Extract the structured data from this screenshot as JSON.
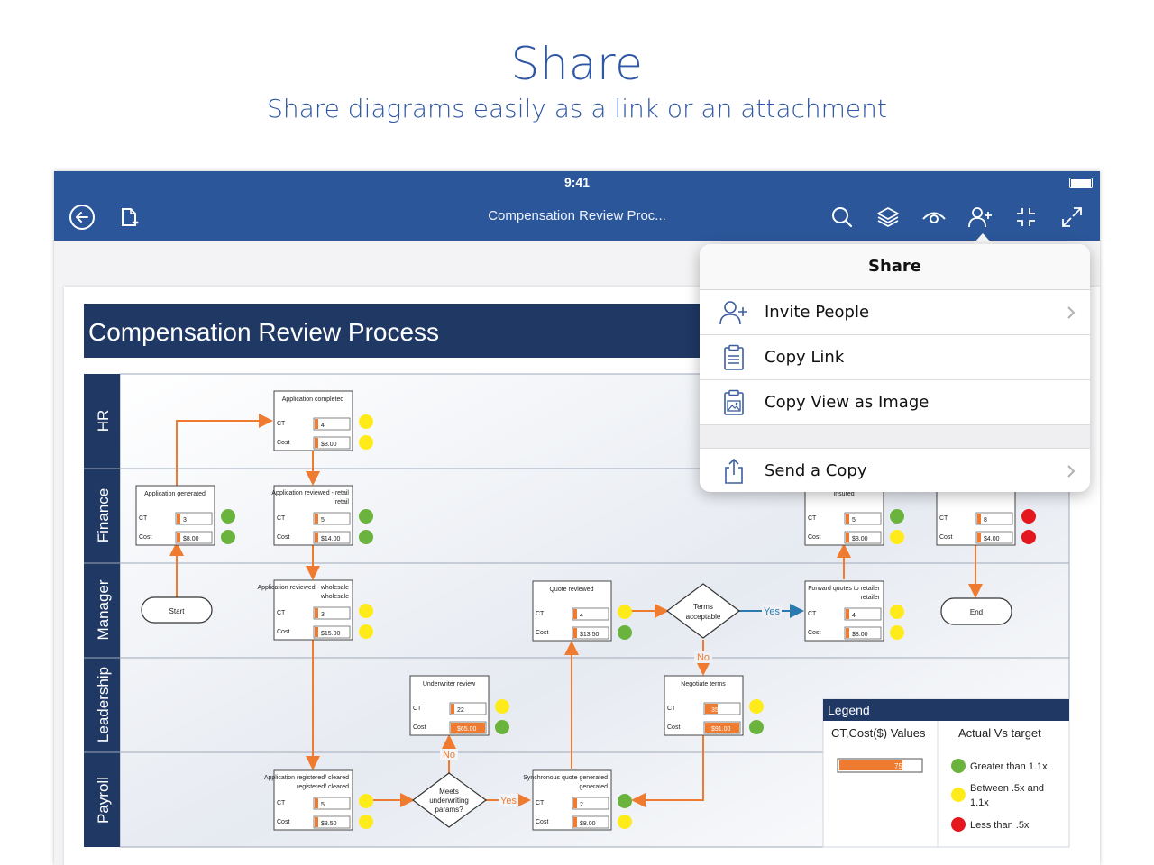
{
  "promo": {
    "title": "Share",
    "subtitle": "Share diagrams easily as a link or an attachment"
  },
  "status": {
    "time": "9:41"
  },
  "toolbar": {
    "doc_title": "Compensation Review Proc...",
    "icons": [
      "back-icon",
      "file-info-icon",
      "search-icon",
      "layers-icon",
      "eye-icon",
      "share-person-icon",
      "fit-icon",
      "fullscreen-icon"
    ]
  },
  "share_menu": {
    "title": "Share",
    "items": [
      {
        "label": "Invite People",
        "icon": "invite-person-icon",
        "chevron": true
      },
      {
        "label": "Copy Link",
        "icon": "clipboard-icon",
        "chevron": false
      },
      {
        "label": "Copy View as Image",
        "icon": "clipboard-image-icon",
        "chevron": false
      },
      {
        "label": "Send a Copy",
        "icon": "share-upload-icon",
        "chevron": true
      }
    ]
  },
  "diagram": {
    "title": "Compensation Review Process",
    "lanes": [
      "HR",
      "Finance",
      "Manager",
      "Leadership",
      "Payroll"
    ],
    "colors": {
      "green": "#6ab43e",
      "yellow": "#ffeb19",
      "red": "#e4161e",
      "orange": "#ee7b30",
      "title_bg": "#1f3864",
      "lane_bg": "#1f3864"
    },
    "start_label": "Start",
    "end_label": "End",
    "row_ct": "CT",
    "row_cost": "Cost",
    "boxes": [
      {
        "title": "Application completed",
        "ct": "4",
        "cost": "$8.00",
        "status": [
          "yellow",
          "yellow"
        ]
      },
      {
        "title": "Application generated",
        "ct": "3",
        "cost": "$8.00",
        "status": [
          "green",
          "green"
        ]
      },
      {
        "title": "Application reviewed - retail",
        "ct": "5",
        "cost": "$14.00",
        "status": [
          "green",
          "green"
        ]
      },
      {
        "title": "Insured",
        "ct": "5",
        "cost": "$8.00",
        "status": [
          "green",
          "yellow"
        ]
      },
      {
        "title": "",
        "ct": "8",
        "cost": "$4.00",
        "status": [
          "red",
          "red"
        ]
      },
      {
        "title": "Application reviewed - wholesale",
        "ct": "3",
        "cost": "$15.00",
        "status": [
          "yellow",
          "yellow"
        ]
      },
      {
        "title": "Quote reviewed",
        "ct": "4",
        "cost": "$13.50",
        "status": [
          "yellow",
          "green"
        ]
      },
      {
        "title": "Forward quotes to retailer",
        "ct": "4",
        "cost": "$8.00",
        "status": [
          "yellow",
          "yellow"
        ]
      },
      {
        "title": "Underwriter review",
        "ct": "22",
        "cost": "$65.00",
        "status": [
          "yellow",
          "green"
        ]
      },
      {
        "title": "Negotiate terms",
        "ct": "35",
        "cost": "$91.00",
        "status": [
          "yellow",
          "green"
        ]
      },
      {
        "title": "Application registered/ cleared",
        "ct": "5",
        "cost": "$8.50",
        "status": [
          "yellow",
          "yellow"
        ]
      },
      {
        "title": "Synchronous quote generated",
        "ct": "2",
        "cost": "$8.00",
        "status": [
          "green",
          "yellow"
        ]
      }
    ],
    "decisions": {
      "terms": "Terms acceptable",
      "meets_line1": "Meets",
      "meets_line2": "underwriting",
      "meets_line3": "params?"
    },
    "edge_labels": {
      "yes": "Yes",
      "no": "No"
    },
    "legend": {
      "title": "Legend",
      "col1": "CT,Cost($) Values",
      "col2": "Actual Vs target",
      "bar_value": "75",
      "items": [
        {
          "label": "Greater than 1.1x",
          "color": "#6ab43e"
        },
        {
          "label": "Between .5x and",
          "label2": "1.1x",
          "color": "#ffeb19"
        },
        {
          "label": "Less than .5x",
          "color": "#e4161e"
        }
      ]
    }
  }
}
